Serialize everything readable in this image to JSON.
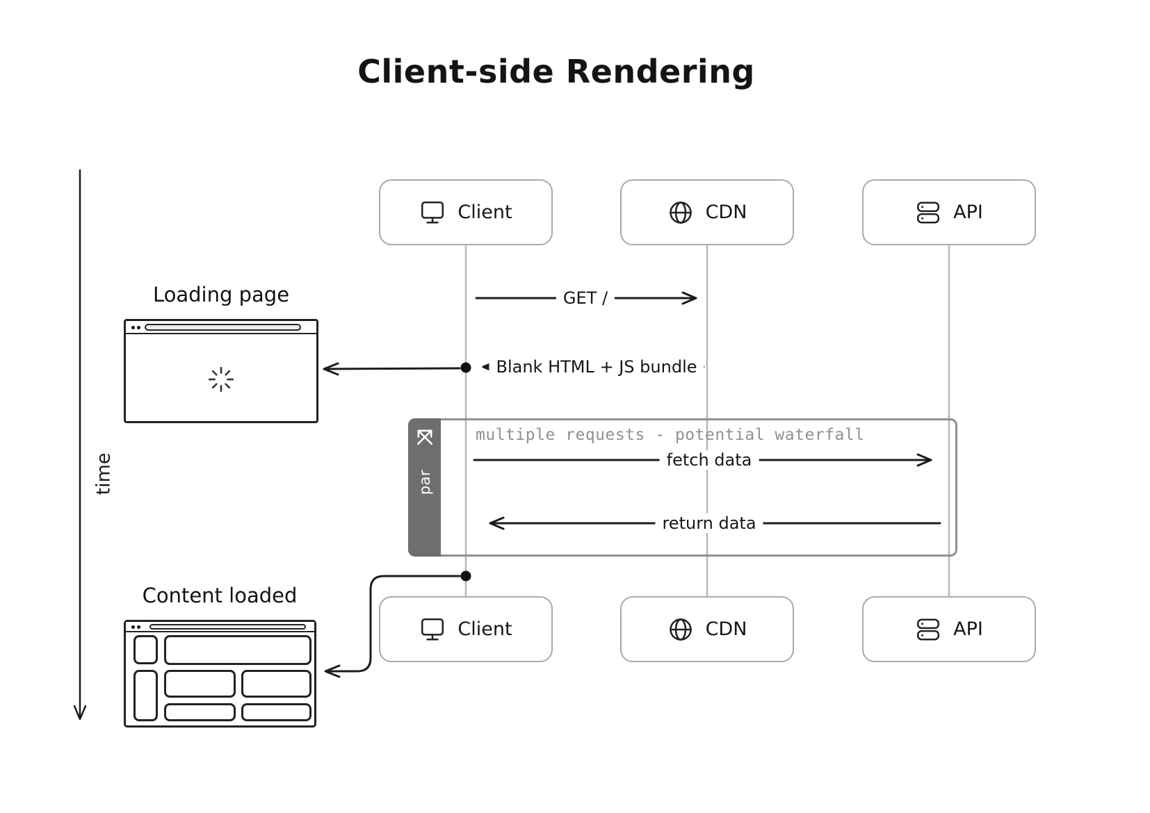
{
  "title": "Client-side Rendering",
  "time_axis": {
    "label": "time"
  },
  "actors": {
    "client": {
      "label": "Client",
      "icon": "monitor-icon"
    },
    "cdn": {
      "label": "CDN",
      "icon": "globe-icon"
    },
    "api": {
      "label": "API",
      "icon": "server-icon"
    }
  },
  "messages": {
    "get_root": {
      "label": "GET /",
      "from": "Client",
      "to": "CDN"
    },
    "blank_html": {
      "label": "Blank HTML + JS bundle",
      "from": "CDN",
      "to": "Client"
    },
    "fetch_data": {
      "label": "fetch data",
      "from": "Client",
      "to": "API"
    },
    "return_data": {
      "label": "return data",
      "from": "API",
      "to": "Client"
    }
  },
  "par_block": {
    "tab_label": "par",
    "note": "multiple requests - potential waterfall"
  },
  "annotations": {
    "loading_page": {
      "label": "Loading page"
    },
    "content_loaded": {
      "label": "Content loaded"
    }
  },
  "colors": {
    "ink": "#1c1c1c",
    "box_border": "#a9a9a9",
    "lifeline": "#b8b8b8",
    "par_border": "#8f8f8f",
    "par_tab_bg": "#6e6e6e",
    "note_text": "#909090",
    "background": "#ffffff"
  }
}
